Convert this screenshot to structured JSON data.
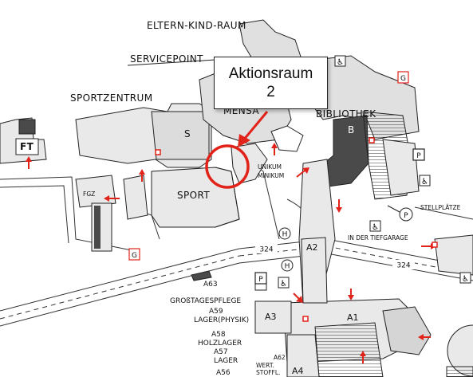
{
  "callout": {
    "line1": "Aktionsraum",
    "line2": "2"
  },
  "labels": {
    "eltern_kind_raum": "ELTERN-KIND-RAUM",
    "servicepoint": "SERVICEPOINT",
    "sportzentrum": "SPORTZENTRUM",
    "mensa": "MENSA",
    "bibliothek": "BIBLIOTHEK",
    "s": "S",
    "b": "B",
    "sport": "SPORT",
    "ft": "FT",
    "fgz": "FGZ",
    "unikum": "UNIKUM",
    "minikum": "MINIKUM",
    "stellplaetze": "STELLPLÄTZE",
    "in_der_tiefgarage": "IN DER TIEFGARAGE",
    "road_324_left": "324",
    "road_324_right": "324",
    "a1": "A1",
    "a2": "A2",
    "a3": "A3",
    "a4": "A4",
    "a56": "A56",
    "a57": "A57",
    "a58": "A58",
    "a59": "A59",
    "a62": "A62",
    "a63": "A63",
    "grosstagespflege": "GROßTAGESPFLEGE",
    "lager_physik": "LAGER(PHYSIK)",
    "holzlager": "HOLZLAGER",
    "lager": "LAGER",
    "werkstoffl": "WERT.",
    "werkstoffl2": "STOFFL.",
    "g_top": "G",
    "g_left": "G",
    "p_right": "P",
    "p_lower": "P",
    "p_circle": "P",
    "h_top": "H",
    "h_bottom": "H"
  },
  "colors": {
    "highlight": "#e2231a",
    "building_dark": "#4a4a4a",
    "building_mid": "#cfcfcf",
    "building_light": "#e9e9e9"
  },
  "icons": [
    "wheelchair-icon",
    "entrance-arrow-icon",
    "bus-stop-icon",
    "parking-icon",
    "marker-square-icon"
  ]
}
